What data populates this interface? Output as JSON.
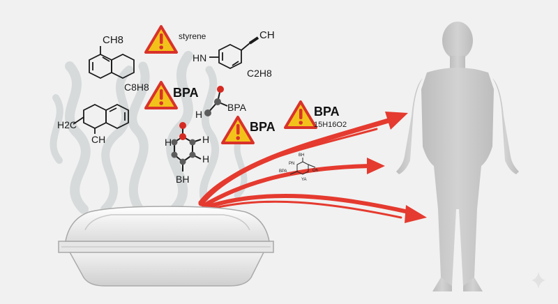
{
  "labels": {
    "ch8": "CH8",
    "c8h8": "C8H8",
    "styrene": "styrene",
    "hn": "HN",
    "ch_top": "CH",
    "c2h8": "C2H8",
    "bpa_mid": "BPA",
    "bpa_small": "BPA",
    "h_small": "H",
    "h2c": "H2C",
    "ch_left": "CH",
    "h_ring1": "H",
    "h_ring2": "H",
    "h_ring3": "H",
    "bh_ring": "BH",
    "bpa_center": "BPA",
    "bpa_right": "BPA",
    "formula_right": "15H16O2",
    "tiny_bh": "BH",
    "tiny_pn": "PN",
    "tiny_bpa": "BPA",
    "tiny_oh": "Oh",
    "tiny_ya": "YA"
  },
  "colors": {
    "arrow": "#e53a2f",
    "warning_fill": "#f2c21b",
    "warning_border": "#d9322a",
    "silhouette": "#c9c9c9",
    "fumes": "#d5d9da",
    "oxygen_atom": "#d42a22",
    "carbon_atom": "#5c5c5c"
  },
  "icons": [
    "warning-icon",
    "sparkle-icon",
    "human-silhouette",
    "food-container"
  ]
}
